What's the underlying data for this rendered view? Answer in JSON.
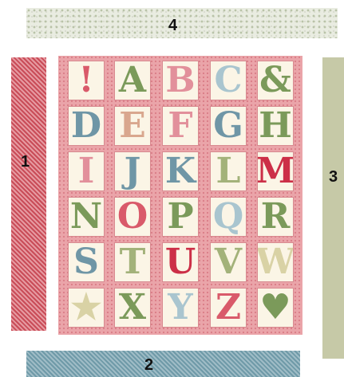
{
  "labels": {
    "border_top": "4",
    "border_left": "1",
    "border_right": "3",
    "border_bottom": "2"
  },
  "panel": {
    "rows": [
      [
        "!",
        "A",
        "B",
        "C",
        "&"
      ],
      [
        "D",
        "E",
        "F",
        "G",
        "H"
      ],
      [
        "I",
        "J",
        "K",
        "L",
        "M"
      ],
      [
        "N",
        "O",
        "P",
        "Q",
        "R"
      ],
      [
        "S",
        "T",
        "U",
        "V",
        "W"
      ],
      [
        "★",
        "X",
        "Y",
        "Z",
        "♥"
      ]
    ]
  },
  "colors": {
    "strip_1": "#d56671",
    "strip_2": "#7ea5b1",
    "strip_3": "#c6c9a7",
    "strip_4": "#e9ece1",
    "panel_background": "#eaa4a9",
    "block_background": "#fbf5e6"
  }
}
